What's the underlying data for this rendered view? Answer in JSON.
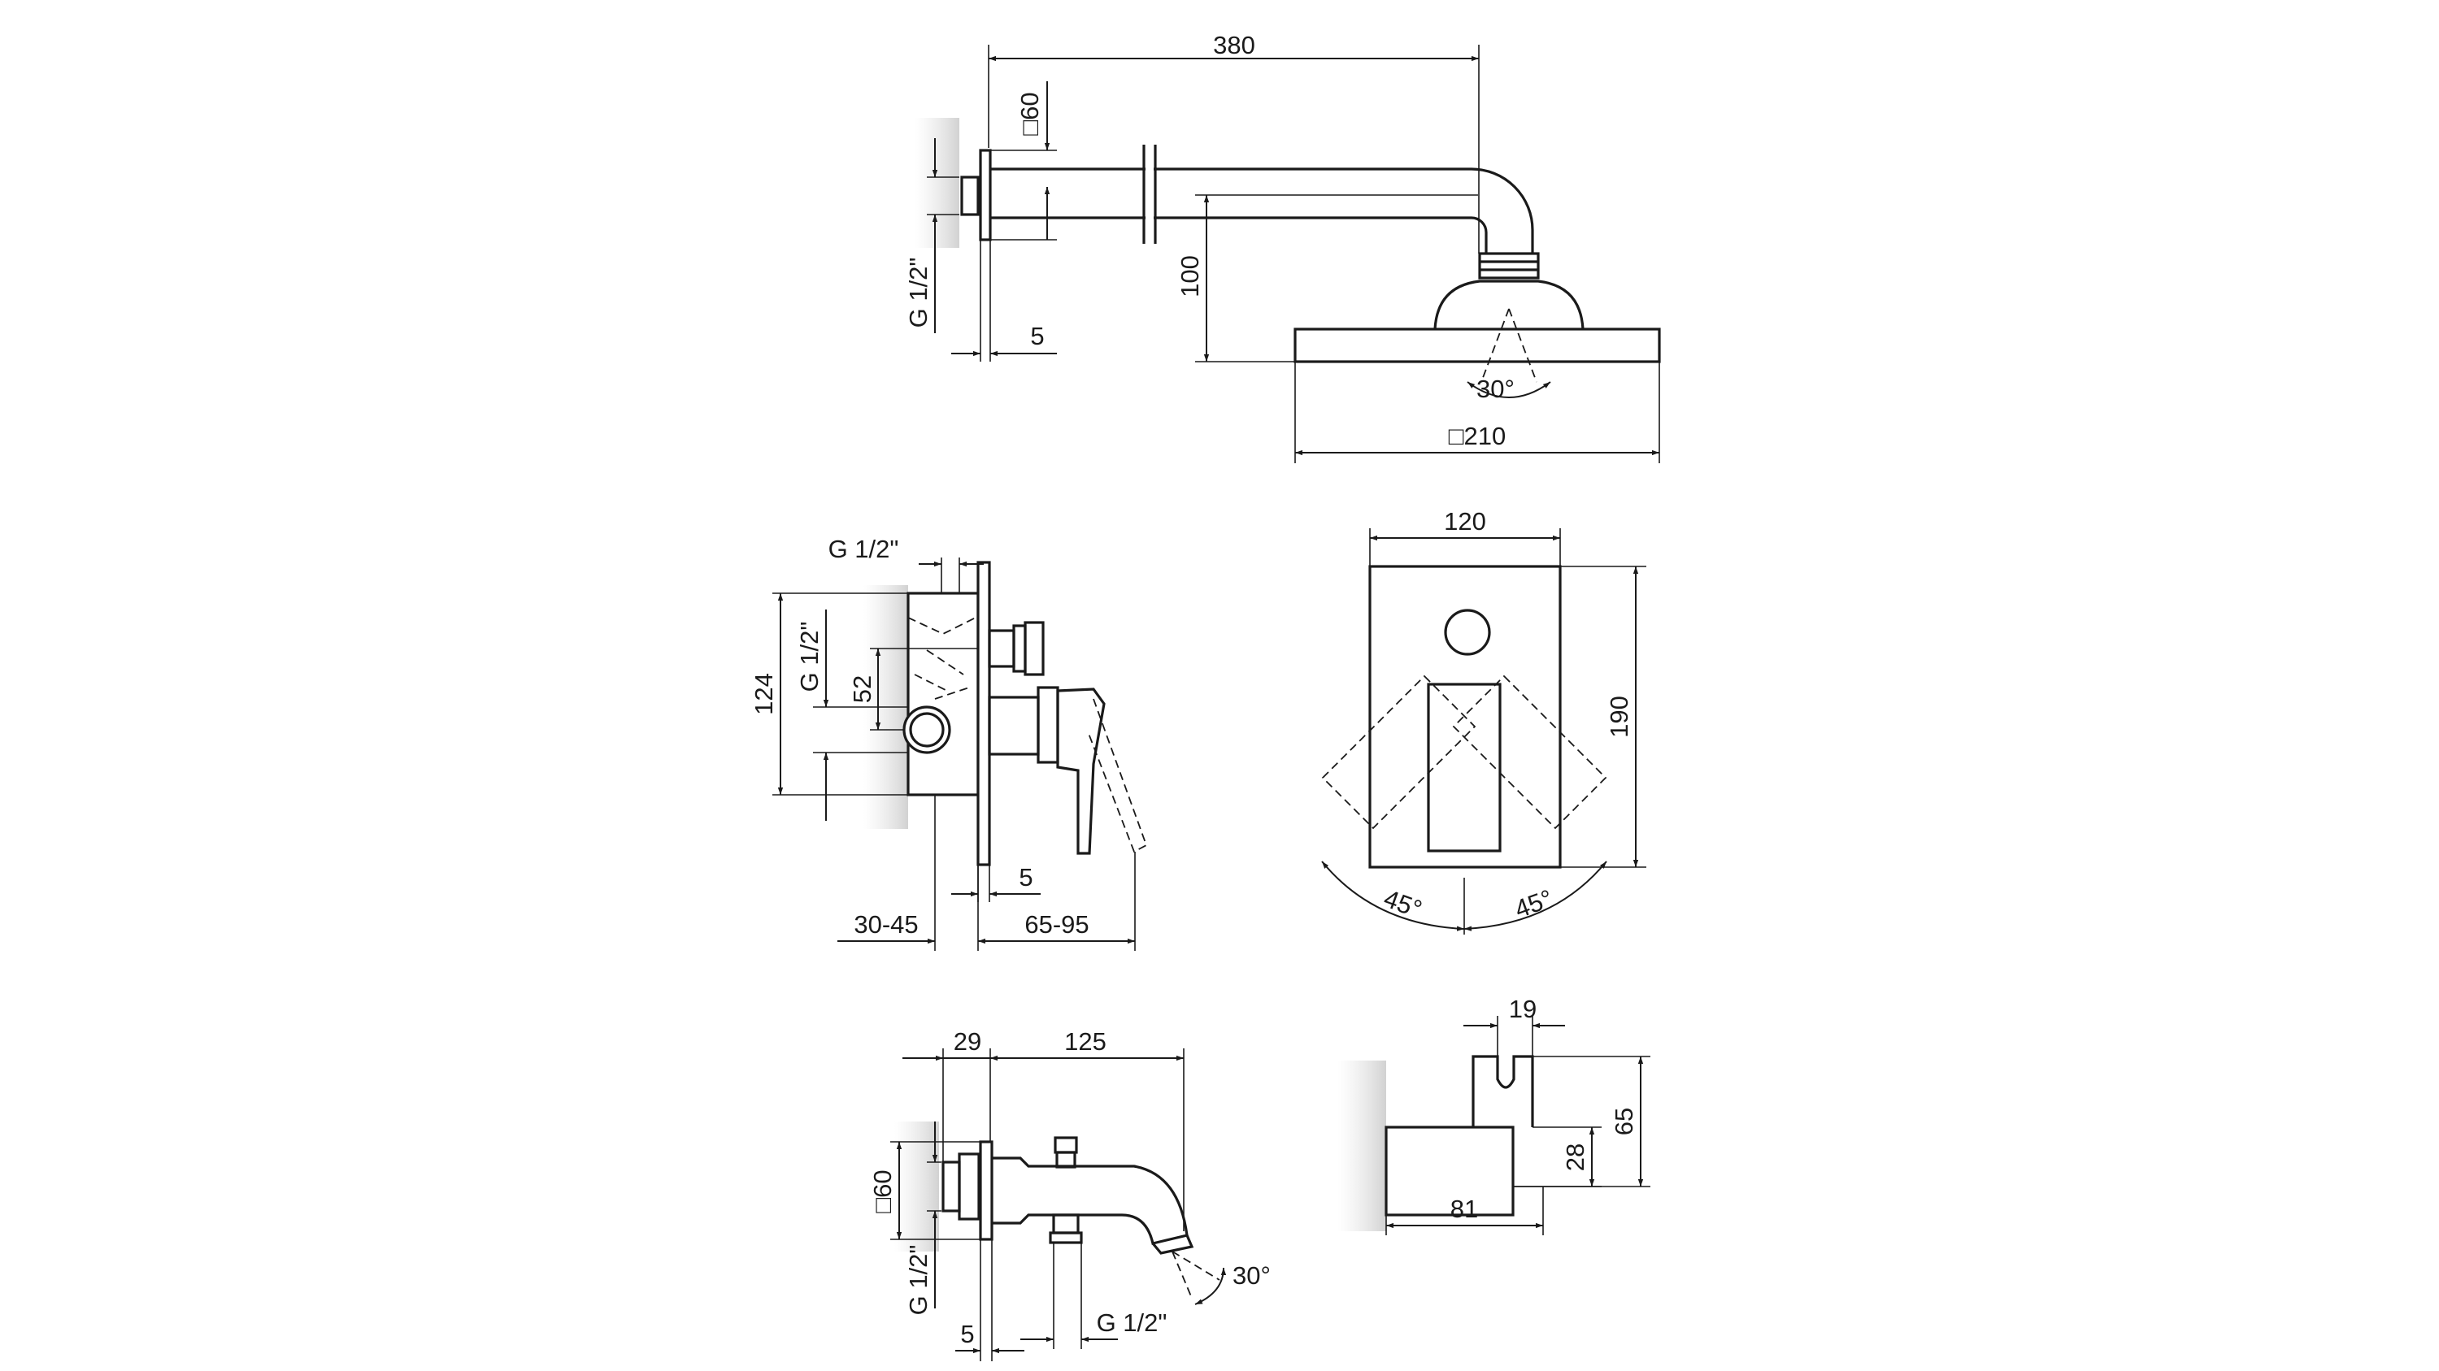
{
  "shower_arm": {
    "dim_length": "380",
    "dim_flange": "□60",
    "dim_thread": "G 1/2\"",
    "dim_wall": "5",
    "dim_drop": "100",
    "dim_spray_angle": "30°",
    "dim_head_size": "□210"
  },
  "mixer_side": {
    "dim_inlet_thread": "G 1/2\"",
    "dim_height": "124",
    "dim_outlet_thread": "G 1/2\"",
    "dim_axis": "52",
    "dim_plate": "5",
    "dim_depth_wall": "30-45",
    "dim_depth_lever": "65-95"
  },
  "mixer_front": {
    "dim_width": "120",
    "dim_height": "190",
    "dim_angle_left": "45°",
    "dim_angle_right": "45°"
  },
  "spout": {
    "dim_flange_depth": "29",
    "dim_reach": "125",
    "dim_flange": "□60",
    "dim_thread": "G 1/2\"",
    "dim_wall": "5",
    "dim_outlet_thread": "G 1/2\"",
    "dim_angle": "30°"
  },
  "holder": {
    "dim_slot": "19",
    "dim_height": "65",
    "dim_body": "28",
    "dim_length": "81"
  }
}
